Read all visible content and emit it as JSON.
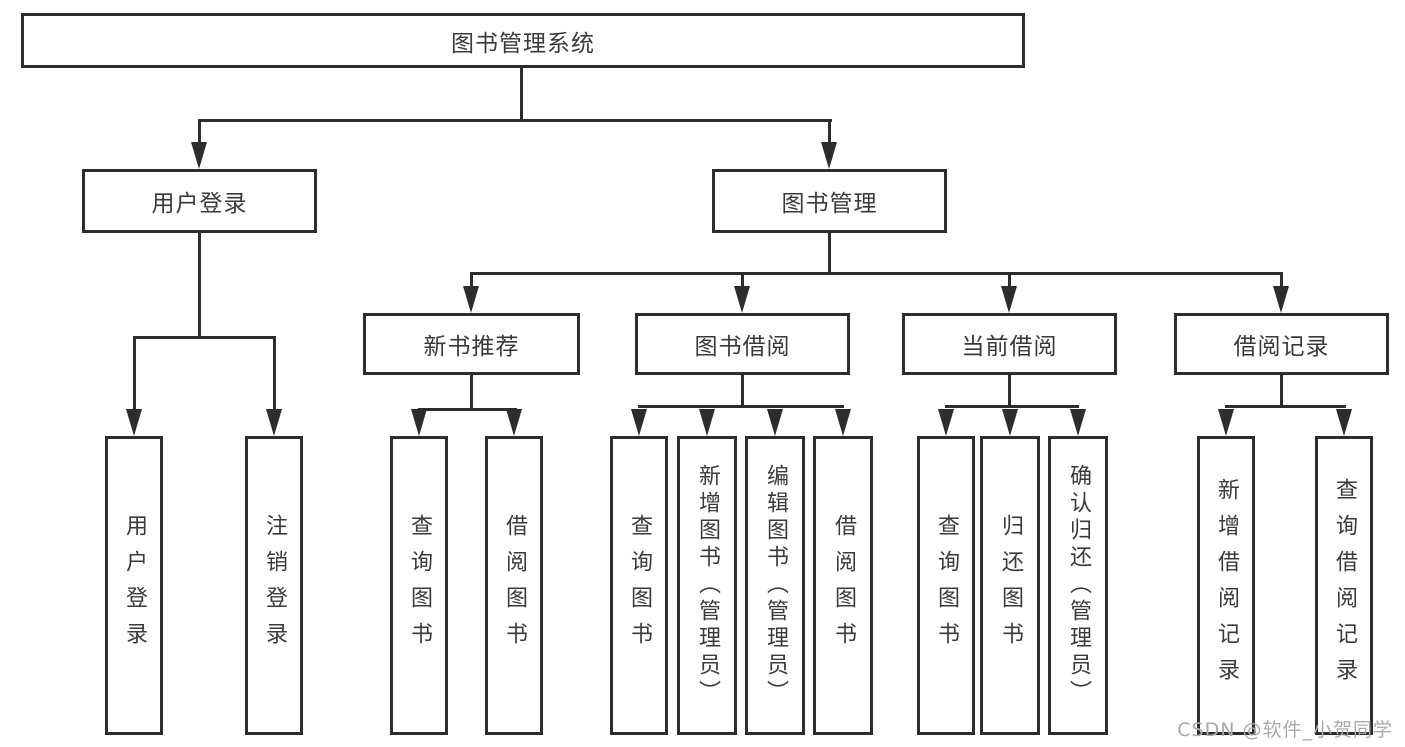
{
  "diagram_title": "图书管理系统",
  "tree": {
    "root": {
      "label": "图书管理系统"
    },
    "children": [
      {
        "label": "用户登录",
        "children": [
          {
            "label": "用户登录"
          },
          {
            "label": "注销登录"
          }
        ]
      },
      {
        "label": "图书管理",
        "children": [
          {
            "label": "新书推荐",
            "children": [
              {
                "label": "查询图书"
              },
              {
                "label": "借阅图书"
              }
            ]
          },
          {
            "label": "图书借阅",
            "children": [
              {
                "label": "查询图书"
              },
              {
                "label": "新增图书（管理员）"
              },
              {
                "label": "编辑图书（管理员）"
              },
              {
                "label": "借阅图书"
              }
            ]
          },
          {
            "label": "当前借阅",
            "children": [
              {
                "label": "查询图书"
              },
              {
                "label": "归还图书"
              },
              {
                "label": "确认归还（管理员）"
              }
            ]
          },
          {
            "label": "借阅记录",
            "children": [
              {
                "label": "新增借阅记录"
              },
              {
                "label": "查询借阅记录"
              }
            ]
          }
        ]
      }
    ]
  },
  "watermark": "CSDN @软件_小贺同学",
  "colors": {
    "line": "#2d2d2d",
    "text": "#3a3a3a",
    "watermark": "#a9aaac",
    "background": "#ffffff"
  }
}
